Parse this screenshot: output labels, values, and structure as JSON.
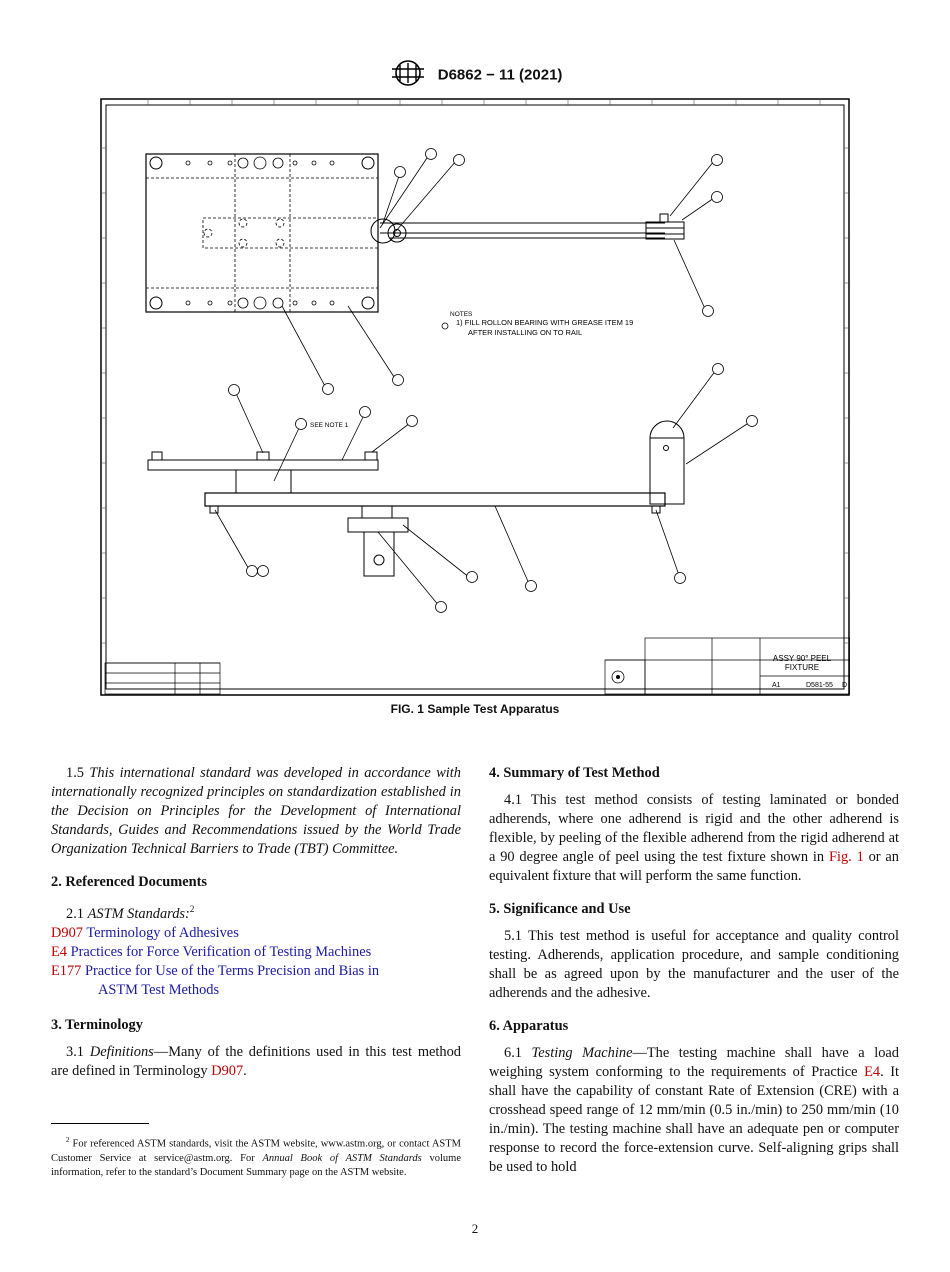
{
  "header": {
    "standard": "D6862 − 11 (2021)"
  },
  "figure": {
    "caption": "FIG. 1 Sample Test Apparatus",
    "notes_title": "NOTES",
    "note_1": "1) FILL ROLLON BEARING WITH GREASE ITEM 19",
    "note_1_cont": "AFTER INSTALLING ON TO RAIL",
    "see_note": "SEE NOTE 1",
    "title_block": {
      "title_line1": "ASSY 90° PEEL",
      "title_line2": "FIXTURE",
      "drawing_no": "D581-55",
      "size": "A1",
      "rev": "D"
    }
  },
  "left": {
    "p1_5_num": "1.5",
    "p1_5_text": "This international standard was developed in accordance with internationally recognized principles on standardization established in the Decision on Principles for the Development of International Standards, Guides and Recommendations issued by the World Trade Organization Technical Barriers to Trade (TBT) Committee.",
    "s2_heading": "2. Referenced Documents",
    "s2_1_num": "2.1",
    "s2_1_text": "ASTM Standards:",
    "s2_1_sup": "2",
    "refs": [
      {
        "code": "D907",
        "title": "Terminology of Adhesives"
      },
      {
        "code": "E4",
        "title": "Practices for Force Verification of Testing Machines"
      },
      {
        "code": "E177",
        "title": "Practice for Use of the Terms Precision and Bias in",
        "title_cont": "ASTM Test Methods"
      }
    ],
    "s3_heading": "3. Terminology",
    "s3_1_num": "3.1",
    "s3_1_term": "Definitions",
    "s3_1_text": "—Many of the definitions used in this test method are defined in Terminology",
    "s3_1_link": "D907",
    "s3_1_end": "."
  },
  "footnote": {
    "num": "2",
    "text_a": "For referenced ASTM standards, visit the ASTM website, www.astm.org, or contact ASTM Customer Service at service@astm.org. For",
    "text_i": "Annual Book of ASTM Standards",
    "text_b": "volume information, refer to the standard’s Document Summary page on the ASTM website."
  },
  "right": {
    "s4_heading": "4. Summary of Test Method",
    "s4_1_num": "4.1",
    "s4_1_text": "This test method consists of testing laminated or bonded adherends, where one adherend is rigid and the other adherend is flexible, by peeling of the flexible adherend from the rigid adherend at a 90 degree angle of peel using the test fixture shown in",
    "s4_1_link": "Fig. 1",
    "s4_1_end": "or an equivalent fixture that will perform the same function.",
    "s5_heading": "5. Significance and Use",
    "s5_1_num": "5.1",
    "s5_1_text": "This test method is useful for acceptance and quality control testing. Adherends, application procedure, and sample conditioning shall be as agreed upon by the manufacturer and the user of the adherends and the adhesive.",
    "s6_heading": "6. Apparatus",
    "s6_1_num": "6.1",
    "s6_1_term": "Testing Machine",
    "s6_1_text_a": "—The testing machine shall have a load weighing system conforming to the requirements of Practice",
    "s6_1_link": "E4",
    "s6_1_text_b": ". It shall have the capability of constant Rate of Extension (CRE) with a crosshead speed range of 12 mm/min (0.5 in./min) to 250 mm/min (10 in./min). The testing machine shall have an adequate pen or computer response to record the force-extension curve. Self-aligning grips shall be used to hold"
  },
  "page_number": "2"
}
